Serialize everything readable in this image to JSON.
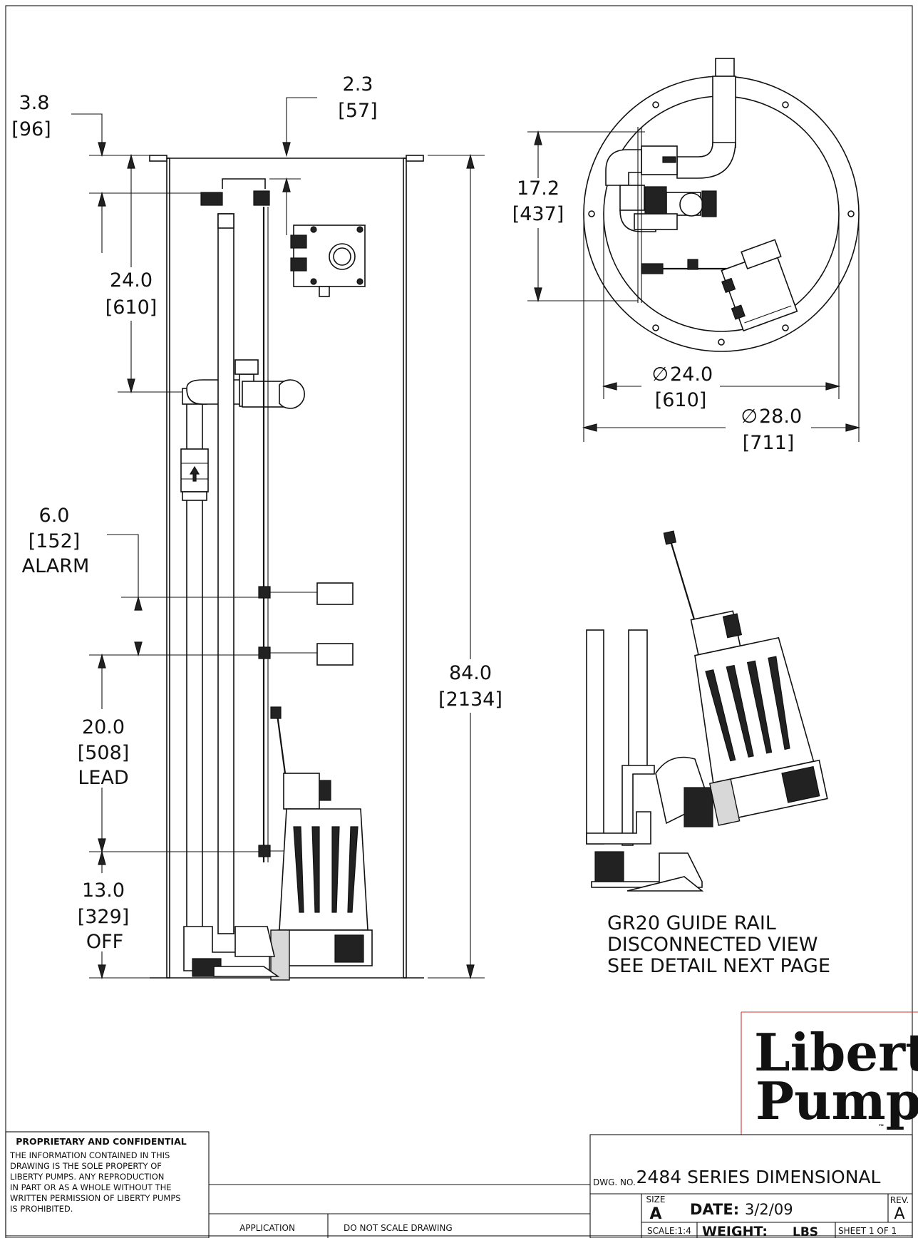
{
  "dimensions": {
    "top_gap": {
      "in": "3.8",
      "mm": "[96]"
    },
    "flange": {
      "in": "2.3",
      "mm": "[57]"
    },
    "depth_to_inlet": {
      "in": "24.0",
      "mm": "[610]"
    },
    "alarm": {
      "in": "6.0",
      "mm": "[152]",
      "label": "ALARM"
    },
    "lead": {
      "in": "20.0",
      "mm": "[508]",
      "label": "LEAD"
    },
    "off": {
      "in": "13.0",
      "mm": "[329]",
      "label": "OFF"
    },
    "overall_height": {
      "in": "84.0",
      "mm": "[2134]"
    },
    "top_view_depth": {
      "in": "17.2",
      "mm": "[437]"
    },
    "inner_diameter": {
      "in": "24.0",
      "mm": "[610]",
      "symbol": "∅"
    },
    "outer_diameter": {
      "in": "28.0",
      "mm": "[711]",
      "symbol": "∅"
    }
  },
  "guide_rail_note": {
    "line1": "GR20 GUIDE RAIL",
    "line2": "DISCONNECTED VIEW",
    "line3": "SEE DETAIL NEXT PAGE"
  },
  "logo": {
    "line1": "Liberty",
    "line2": "Pumps",
    "tm": "™"
  },
  "proprietary": {
    "title": "PROPRIETARY AND CONFIDENTIAL",
    "lines": [
      "THE INFORMATION CONTAINED IN THIS",
      "DRAWING IS THE SOLE PROPERTY OF",
      "LIBERTY PUMPS.  ANY REPRODUCTION",
      "IN PART OR AS A WHOLE WITHOUT THE",
      "WRITTEN PERMISSION OF LIBERTY PUMPS",
      "IS PROHIBITED."
    ]
  },
  "title_block": {
    "application_label": "APPLICATION",
    "do_not_scale": "DO NOT SCALE DRAWING",
    "dwg_no_label": "DWG.  NO.",
    "dwg_title": "2484 SERIES DIMENSIONAL",
    "size_label": "SIZE",
    "size_value": "A",
    "date_label": "DATE:",
    "date_value": "3/2/09",
    "rev_label": "REV.",
    "rev_value": "A",
    "scale": "SCALE:1:4",
    "weight_label": "WEIGHT:",
    "weight_unit": "LBS",
    "sheet": "SHEET 1 OF 1"
  }
}
